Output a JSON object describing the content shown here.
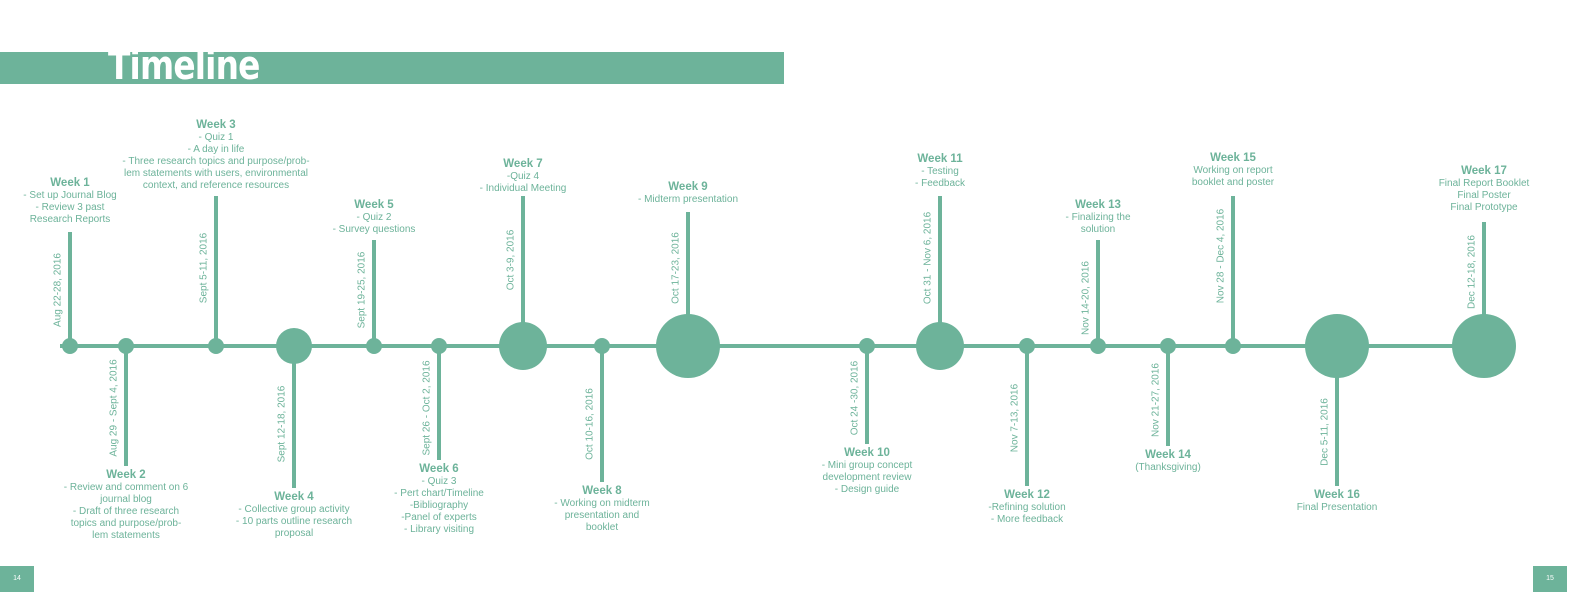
{
  "title": "Timeline",
  "weeks": [
    {
      "label": "Week 1",
      "date": "Aug 22-28, 2016",
      "lines": [
        "- Set up Journal Blog",
        "- Review 3 past",
        "Research Reports"
      ]
    },
    {
      "label": "Week 2",
      "date": "Aug 29 - Sept 4, 2016",
      "lines": [
        "- Review and comment on 6",
        "journal blog",
        "- Draft of three research",
        "topics and purpose/prob-",
        "lem statements"
      ]
    },
    {
      "label": "Week 3",
      "date": "Sept 5-11, 2016",
      "lines": [
        "- Quiz 1",
        "- A day in life",
        "- Three research topics and purpose/prob-",
        "lem statements with users, environmental",
        "context, and reference resources"
      ]
    },
    {
      "label": "Week 4",
      "date": "Sept 12-18, 2016",
      "lines": [
        "- Collective group activity",
        "- 10 parts outline research",
        "proposal"
      ]
    },
    {
      "label": "Week 5",
      "date": "Sept 19-25, 2016",
      "lines": [
        "- Quiz 2",
        "- Survey questions"
      ]
    },
    {
      "label": "Week 6",
      "date": "Sept 26 - Oct 2, 2016",
      "lines": [
        "- Quiz 3",
        "- Pert chart/Timeline",
        "-Bibliography",
        "-Panel of experts",
        "- Library visiting"
      ]
    },
    {
      "label": "Week 7",
      "date": "Oct 3-9, 2016",
      "lines": [
        "-Quiz 4",
        "- Individual Meeting"
      ]
    },
    {
      "label": "Week 8",
      "date": "Oct 10-16, 2016",
      "lines": [
        "- Working on midterm",
        "presentation and",
        "booklet"
      ]
    },
    {
      "label": "Week 9",
      "date": "Oct 17-23, 2016",
      "lines": [
        "- Midterm presentation"
      ]
    },
    {
      "label": "Week 10",
      "date": "Oct 24 -30, 2016",
      "lines": [
        "- Mini group concept",
        "development review",
        "- Design guide"
      ]
    },
    {
      "label": "Week 11",
      "date": "Oct 31 - Nov 6, 2016",
      "lines": [
        "- Testing",
        "- Feedback"
      ]
    },
    {
      "label": "Week 12",
      "date": "Nov 7-13, 2016",
      "lines": [
        "-Refining solution",
        "- More feedback"
      ]
    },
    {
      "label": "Week 13",
      "date": "Nov 14-20, 2016",
      "lines": [
        "- Finalizing the",
        "solution"
      ]
    },
    {
      "label": "Week 14",
      "date": "Nov 21-27, 2016",
      "lines": [
        "(Thanksgiving)"
      ]
    },
    {
      "label": "Week 15",
      "date": "Nov 28 - Dec 4, 2016",
      "lines": [
        "Working on report",
        "booklet and poster"
      ]
    },
    {
      "label": "Week 16",
      "date": "Dec 5-11, 2016",
      "lines": [
        "Final Presentation"
      ]
    },
    {
      "label": "Week 17",
      "date": "Dec 12-18, 2016",
      "lines": [
        "Final Report Booklet",
        "Final Poster",
        "Final Prototype"
      ]
    }
  ],
  "page_left": "14",
  "page_right": "15",
  "colors": {
    "accent": "#6db39a",
    "background": "#ffffff"
  }
}
